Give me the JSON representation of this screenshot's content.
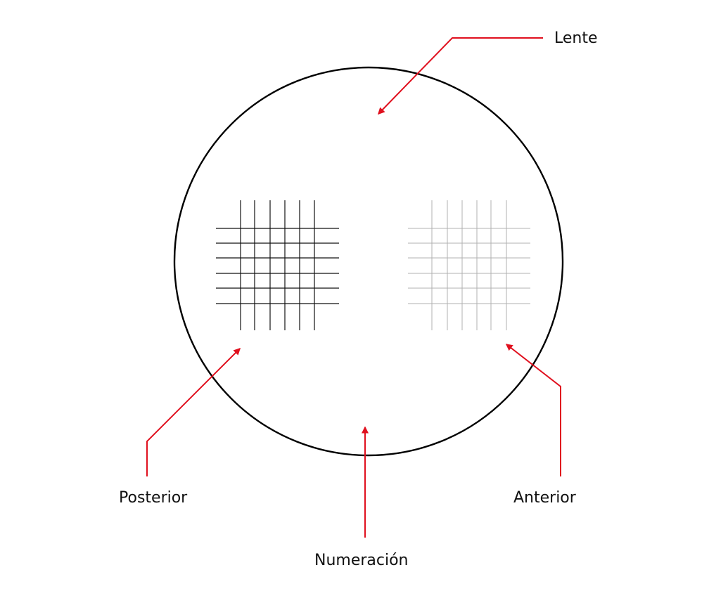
{
  "labels": {
    "lens": "Lente",
    "posterior": "Posterior",
    "anterior": "Anterior",
    "numbering": "Numeración"
  },
  "colors": {
    "arrow": "#e0101e",
    "outline": "#000000",
    "posterior_grid": "#111111",
    "anterior_grid": "#b0b0b0"
  }
}
